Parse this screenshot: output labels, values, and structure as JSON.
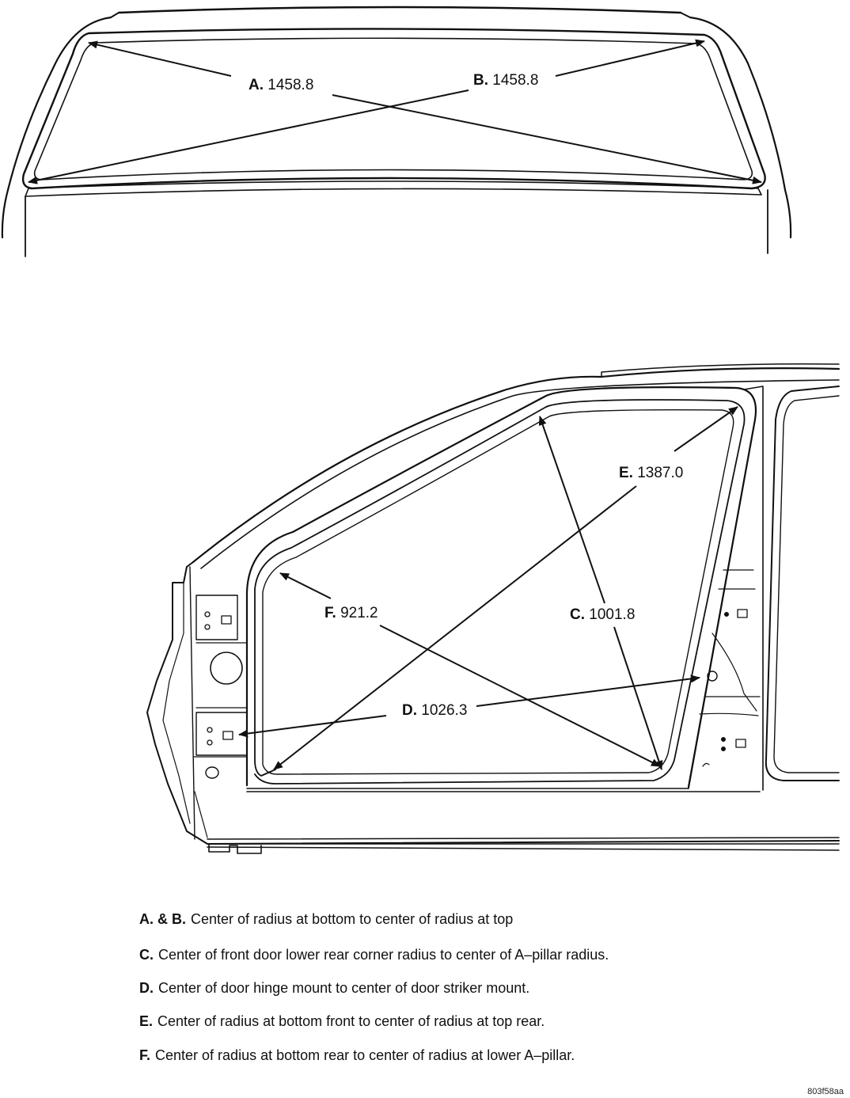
{
  "callouts": [
    {
      "key": "A.",
      "value": "1458.8"
    },
    {
      "key": "B.",
      "value": "1458.8"
    },
    {
      "key": "E.",
      "value": "1387.0"
    },
    {
      "key": "F.",
      "value": "921.2"
    },
    {
      "key": "C.",
      "value": "1001.8"
    },
    {
      "key": "D.",
      "value": "1026.3"
    }
  ],
  "legend": [
    {
      "key": "A. & B.",
      "text": "Center of radius at bottom to center of radius at top"
    },
    {
      "key": "C.",
      "text": "Center of front door lower rear corner radius to center of A–pillar radius."
    },
    {
      "key": "D.",
      "text": "Center of door hinge mount to center of door striker mount."
    },
    {
      "key": "E.",
      "text": "Center of radius at bottom front to center of radius at top rear."
    },
    {
      "key": "F.",
      "text": "Center of radius at bottom rear to center of radius at lower A–pillar."
    }
  ],
  "figure_code": "803f58aa",
  "colors": {
    "line": "#111111",
    "background": "#ffffff"
  }
}
